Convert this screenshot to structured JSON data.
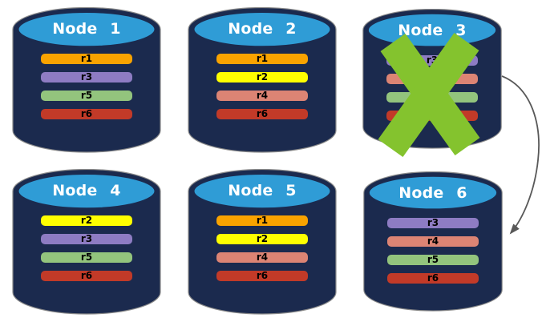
{
  "palette": {
    "background": "#FFFFFF",
    "cylinder_body": "#1B2A4E",
    "cylinder_top": "#2F9CD6",
    "cylinder_outline": "#8A8A8A",
    "title_text": "#FFFFFF",
    "bar_text": "#000000",
    "failure_x": "#84C32E",
    "arrow": "#595959"
  },
  "replica_colors": {
    "r1": "#F9A300",
    "r2": "#FFFF00",
    "r3": "#8E7CC3",
    "r4": "#DC8474",
    "r5": "#93C47D",
    "r6": "#C23A28"
  },
  "icons": {
    "node_shape": "database-cylinder-icon",
    "failure_mark": "x-icon",
    "transfer": "curved-arrow-icon"
  },
  "nodes": [
    {
      "title": "Node 1",
      "failed": false,
      "replicas": [
        {
          "label": "r1",
          "color": "#F9A300"
        },
        {
          "label": "r3",
          "color": "#8E7CC3"
        },
        {
          "label": "r5",
          "color": "#93C47D"
        },
        {
          "label": "r6",
          "color": "#C23A28"
        }
      ]
    },
    {
      "title": "Node 2",
      "failed": false,
      "replicas": [
        {
          "label": "r1",
          "color": "#F9A300"
        },
        {
          "label": "r2",
          "color": "#FFFF00"
        },
        {
          "label": "r4",
          "color": "#DC8474"
        },
        {
          "label": "r6",
          "color": "#C23A28"
        }
      ]
    },
    {
      "title": "Node 3",
      "failed": true,
      "replicas": [
        {
          "label": "r3",
          "color": "#8E7CC3"
        },
        {
          "label": "r4",
          "color": "#DC8474"
        },
        {
          "label": "r5",
          "color": "#93C47D"
        },
        {
          "label": "r6",
          "color": "#C23A28"
        }
      ]
    },
    {
      "title": "Node 4",
      "failed": false,
      "replicas": [
        {
          "label": "r2",
          "color": "#FFFF00"
        },
        {
          "label": "r3",
          "color": "#8E7CC3"
        },
        {
          "label": "r5",
          "color": "#93C47D"
        },
        {
          "label": "r6",
          "color": "#C23A28"
        }
      ]
    },
    {
      "title": "Node 5",
      "failed": false,
      "replicas": [
        {
          "label": "r1",
          "color": "#F9A300"
        },
        {
          "label": "r2",
          "color": "#FFFF00"
        },
        {
          "label": "r4",
          "color": "#DC8474"
        },
        {
          "label": "r6",
          "color": "#C23A28"
        }
      ]
    },
    {
      "title": "Node 6",
      "failed": false,
      "replicas": [
        {
          "label": "r3",
          "color": "#8E7CC3"
        },
        {
          "label": "r4",
          "color": "#DC8474"
        },
        {
          "label": "r5",
          "color": "#93C47D"
        },
        {
          "label": "r6",
          "color": "#C23A28"
        }
      ]
    }
  ]
}
